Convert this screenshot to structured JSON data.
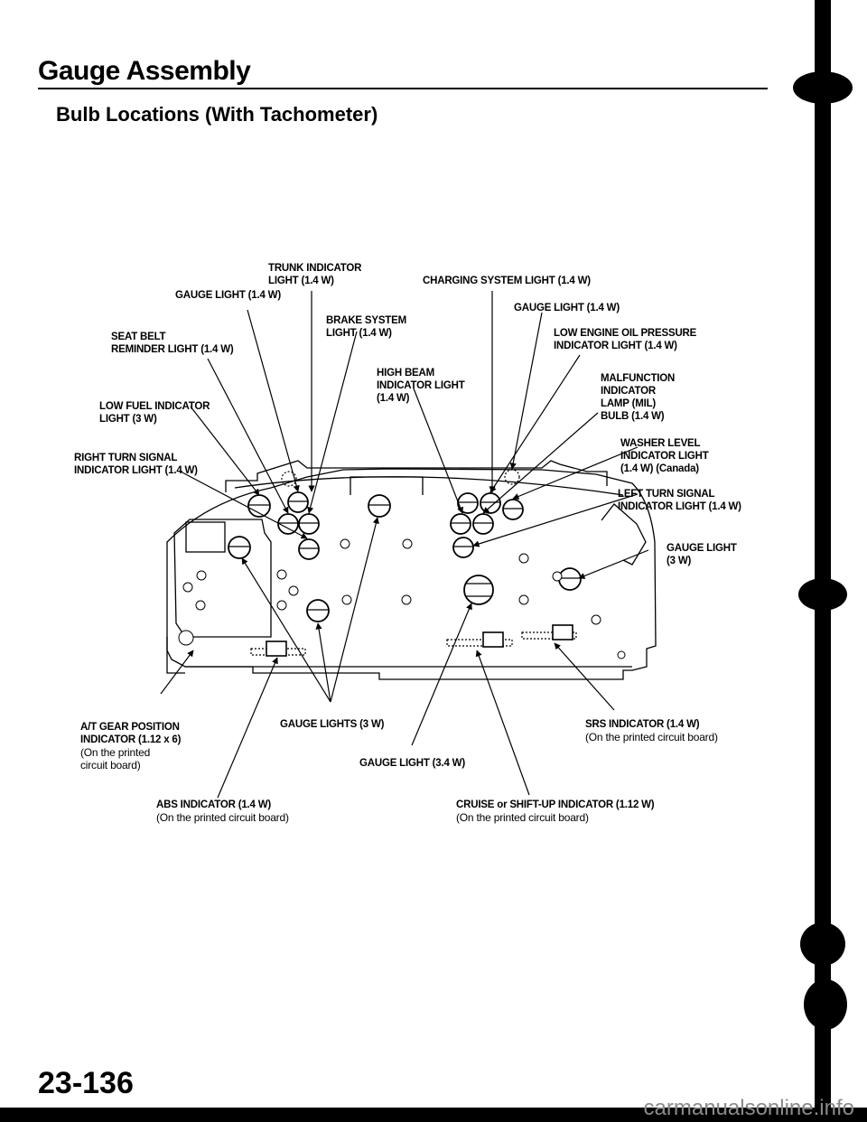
{
  "page": {
    "title": "Gauge Assembly",
    "subtitle": "Bulb Locations (With Tachometer)",
    "page_number": "23-136",
    "watermark": "carmanualsonline.info"
  },
  "callouts": {
    "trunk_indicator": {
      "line1": "TRUNK INDICATOR",
      "line2": "LIGHT (1.4 W)"
    },
    "charging_system": {
      "line1": "CHARGING SYSTEM LIGHT (1.4 W)"
    },
    "gauge_light_left": {
      "line1": "GAUGE LIGHT (1.4 W)"
    },
    "brake_system": {
      "line1": "BRAKE SYSTEM",
      "line2": "LIGHT (1.4 W)"
    },
    "gauge_light_right": {
      "line1": "GAUGE LIGHT (1.4 W)"
    },
    "seat_belt": {
      "line1": "SEAT BELT",
      "line2": "REMINDER LIGHT (1.4 W)"
    },
    "low_oil_pressure": {
      "line1": "LOW ENGINE OIL PRESSURE",
      "line2": "INDICATOR LIGHT (1.4 W)"
    },
    "high_beam": {
      "line1": "HIGH BEAM",
      "line2": "INDICATOR LIGHT",
      "line3": "(1.4 W)"
    },
    "mil": {
      "line1": "MALFUNCTION",
      "line2": "INDICATOR",
      "line3": "LAMP (MIL)",
      "line4": "BULB (1.4 W)"
    },
    "low_fuel": {
      "line1": "LOW FUEL INDICATOR",
      "line2": "LIGHT (3 W)"
    },
    "washer_level": {
      "line1": "WASHER LEVEL",
      "line2": "INDICATOR LIGHT",
      "line3": "(1.4 W) (Canada)"
    },
    "right_turn": {
      "line1": "RIGHT TURN SIGNAL",
      "line2": "INDICATOR LIGHT (1.4 W)"
    },
    "left_turn": {
      "line1": "LEFT TURN SIGNAL",
      "line2": "INDICATOR LIGHT (1.4 W)"
    },
    "gauge_light_3w": {
      "line1": "GAUGE LIGHT",
      "line2": "(3 W)"
    },
    "at_gear_position": {
      "line1": "A/T GEAR POSITION",
      "line2": "INDICATOR (1.12 x 6)",
      "note1": "(On the printed",
      "note2": "circuit board)"
    },
    "gauge_lights_3w": {
      "line1": "GAUGE LIGHTS (3 W)"
    },
    "srs_indicator": {
      "line1": "SRS INDICATOR (1.4 W)",
      "note1": "(On the printed circuit board)"
    },
    "gauge_light_3_4w": {
      "line1": "GAUGE LIGHT (3.4 W)"
    },
    "abs_indicator": {
      "line1": "ABS INDICATOR (1.4 W)",
      "note1": "(On the printed circuit board)"
    },
    "cruise_shift_up": {
      "line1": "CRUISE or SHIFT-UP INDICATOR (1.12 W)",
      "note1": "(On the printed circuit board)"
    }
  }
}
